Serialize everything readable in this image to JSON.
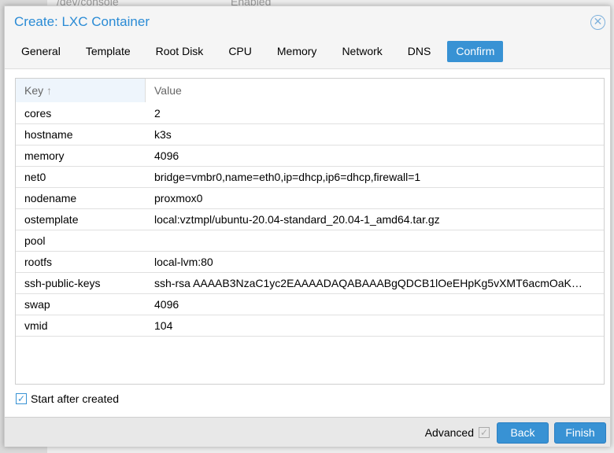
{
  "background": {
    "cell1": "/dev/console",
    "cell2": "Enabled"
  },
  "dialog": {
    "title": "Create: LXC Container"
  },
  "tabs": [
    {
      "label": "General"
    },
    {
      "label": "Template"
    },
    {
      "label": "Root Disk"
    },
    {
      "label": "CPU"
    },
    {
      "label": "Memory"
    },
    {
      "label": "Network"
    },
    {
      "label": "DNS"
    },
    {
      "label": "Confirm",
      "active": true
    }
  ],
  "grid": {
    "headers": {
      "key": "Key",
      "value": "Value"
    },
    "sort": "ascending",
    "rows": [
      {
        "key": "cores",
        "value": "2"
      },
      {
        "key": "hostname",
        "value": "k3s"
      },
      {
        "key": "memory",
        "value": "4096"
      },
      {
        "key": "net0",
        "value": "bridge=vmbr0,name=eth0,ip=dhcp,ip6=dhcp,firewall=1"
      },
      {
        "key": "nodename",
        "value": "proxmox0"
      },
      {
        "key": "ostemplate",
        "value": "local:vztmpl/ubuntu-20.04-standard_20.04-1_amd64.tar.gz"
      },
      {
        "key": "pool",
        "value": ""
      },
      {
        "key": "rootfs",
        "value": "local-lvm:80"
      },
      {
        "key": "ssh-public-keys",
        "value": "ssh-rsa AAAAB3NzaC1yc2EAAAADAQABAAABgQDCB1lOeEHpKg5vXMT6acmOaK…"
      },
      {
        "key": "swap",
        "value": "4096"
      },
      {
        "key": "vmid",
        "value": "104"
      }
    ]
  },
  "start_after_created": {
    "label": "Start after created",
    "checked": true
  },
  "footer": {
    "advanced_label": "Advanced",
    "advanced_checked": true,
    "back": "Back",
    "finish": "Finish"
  },
  "colors": {
    "accent": "#3892d4",
    "title": "#2a8bd5"
  }
}
